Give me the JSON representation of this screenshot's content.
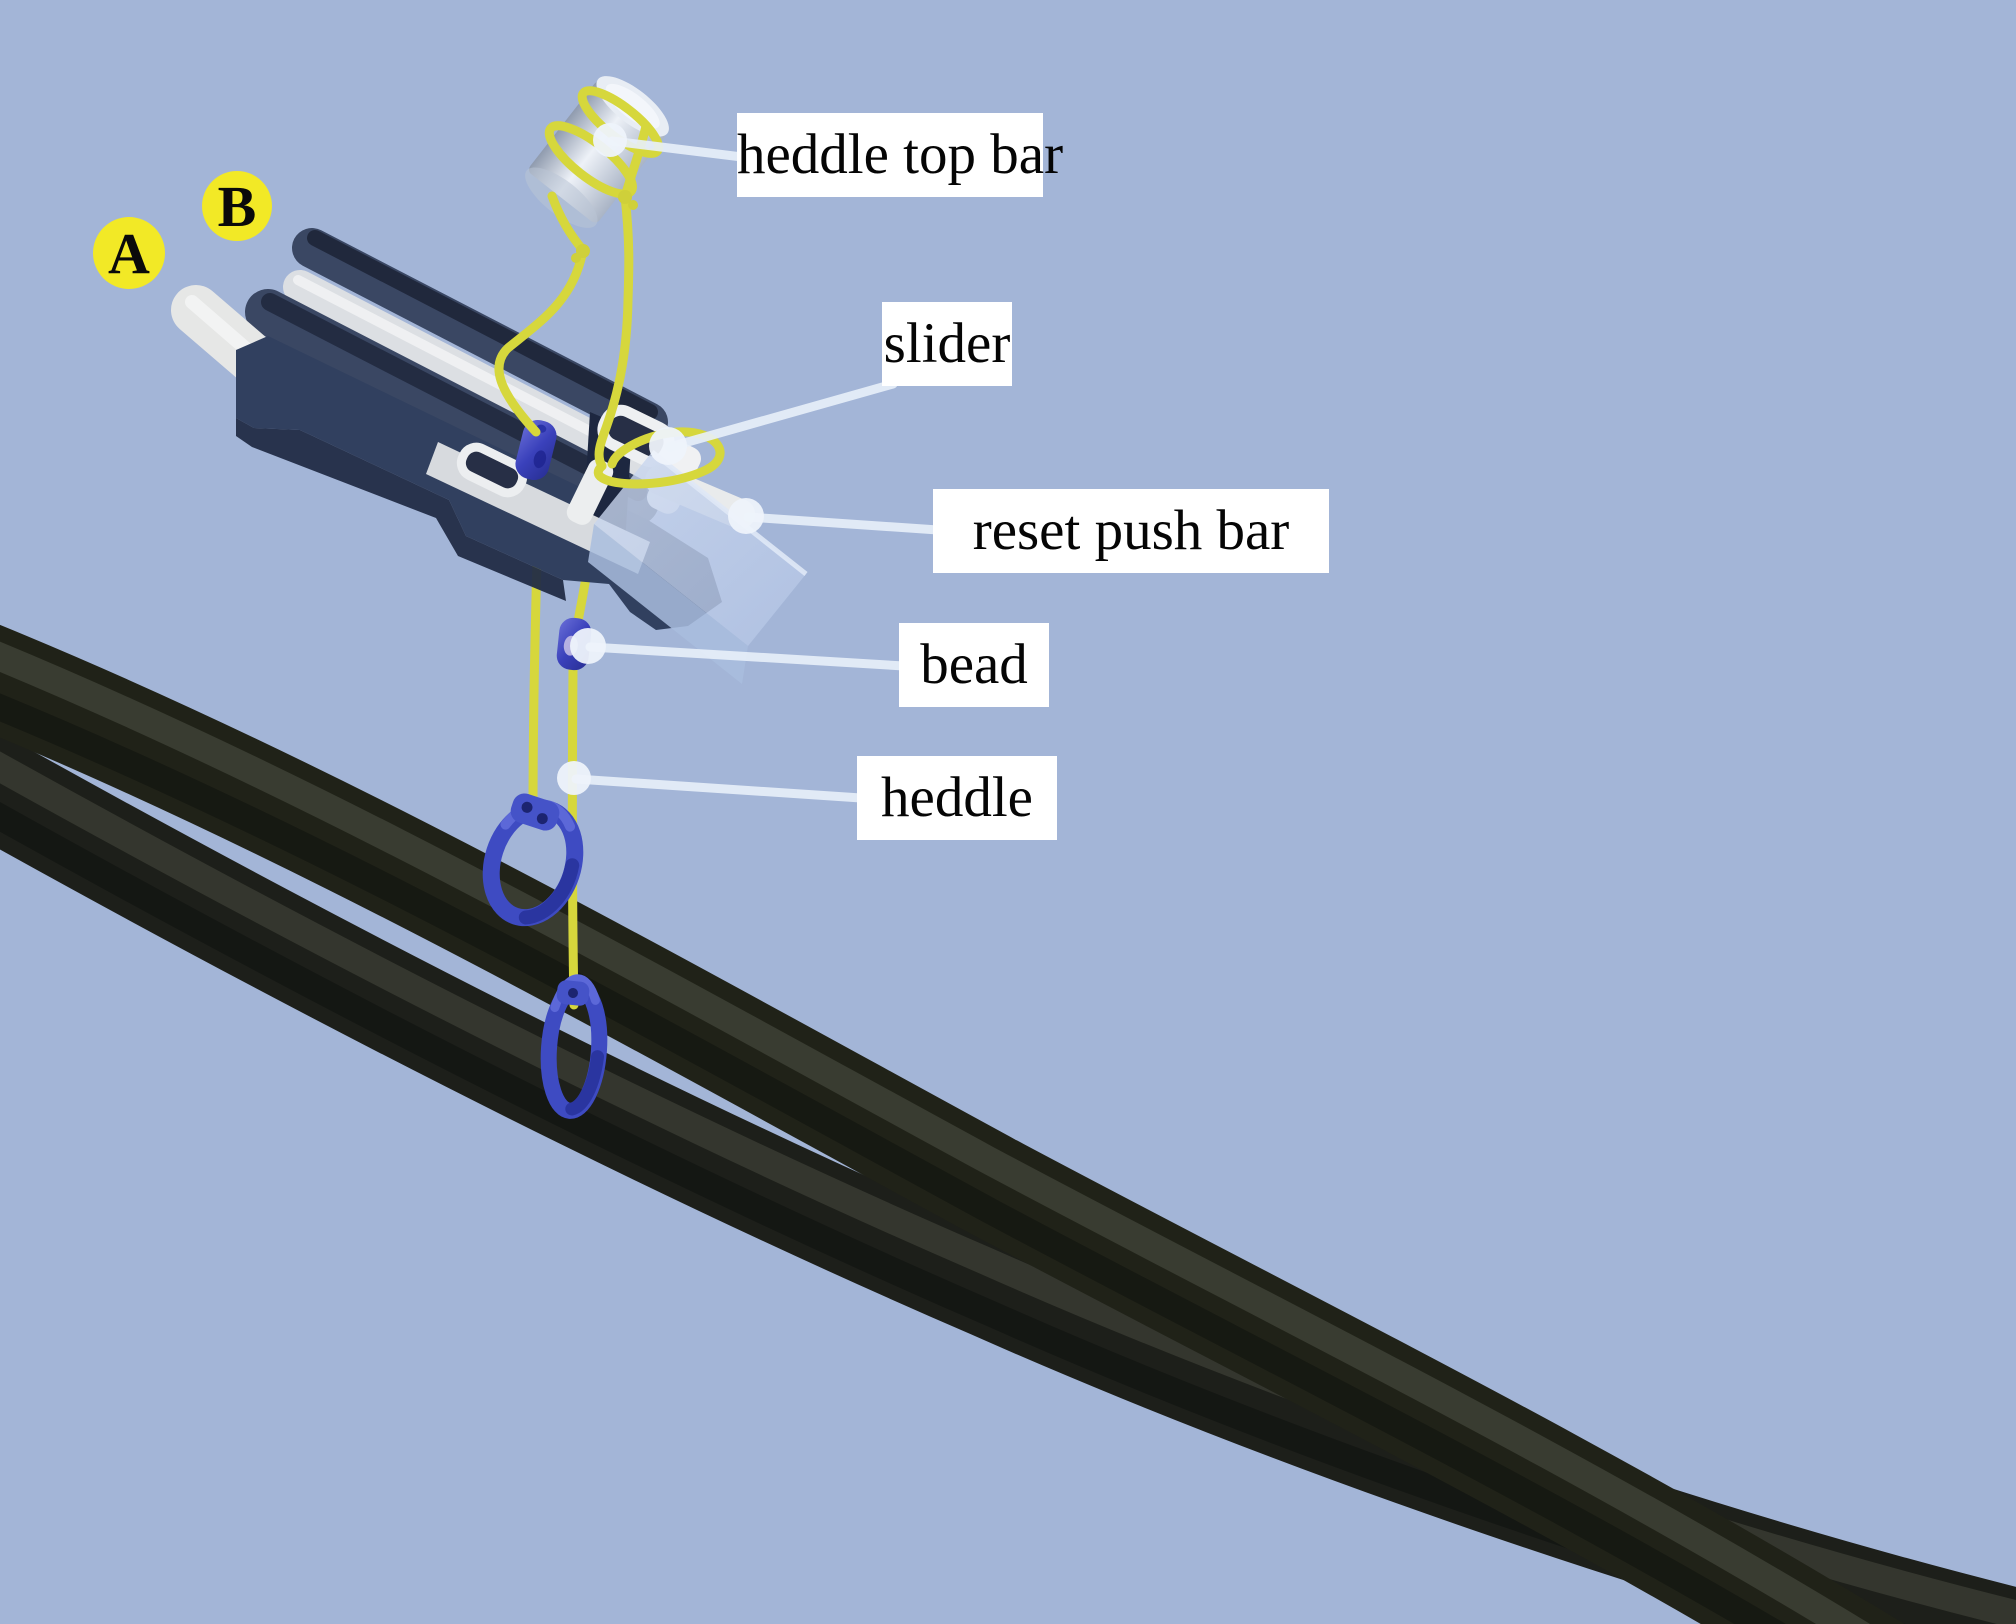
{
  "figure": {
    "background_color": "#a3b5d7",
    "callouts": [
      {
        "id": "heddle-top-bar",
        "text": "heddle top bar"
      },
      {
        "id": "slider",
        "text": "slider"
      },
      {
        "id": "reset-push-bar",
        "text": "reset push bar"
      },
      {
        "id": "bead",
        "text": "bead"
      },
      {
        "id": "heddle",
        "text": "heddle"
      }
    ],
    "markers": [
      {
        "id": "a",
        "text": "A"
      },
      {
        "id": "b",
        "text": "B"
      }
    ],
    "colors": {
      "marker_yellow": "#f2e926",
      "thread_yellow": "#d6d73c",
      "bead_blue": "#4553c8",
      "machine_navy": "#31405f",
      "cable_black": "#202218",
      "leader_line": "#e8f0fa",
      "label_background": "#ffffff",
      "label_text": "#050505"
    }
  }
}
